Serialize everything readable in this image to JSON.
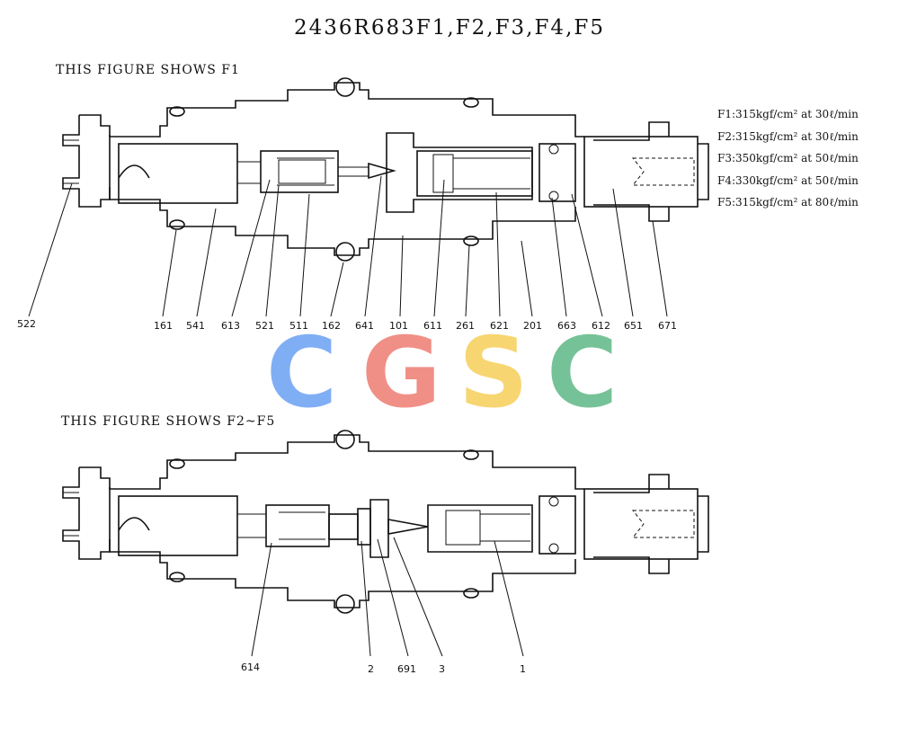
{
  "title": "2436R683F1,F2,F3,F4,F5",
  "captions": {
    "top": "THIS FIGURE SHOWS F1",
    "bottom": "THIS FIGURE SHOWS F2~F5"
  },
  "specs": [
    "F1:315kgf/cm² at 30ℓ/min",
    "F2:315kgf/cm² at 30ℓ/min",
    "F3:350kgf/cm² at 50ℓ/min",
    "F4:330kgf/cm² at 50ℓ/min",
    "F5:315kgf/cm² at 80ℓ/min"
  ],
  "watermark": {
    "letters": [
      "C",
      "G",
      "S",
      "C"
    ],
    "colors": [
      "#7aaaf5",
      "#f08a80",
      "#f7d36a",
      "#6fbf93"
    ]
  },
  "labels_top": [
    "522",
    "161",
    "541",
    "613",
    "521",
    "511",
    "162",
    "641",
    "101",
    "611",
    "261",
    "621",
    "201",
    "663",
    "612",
    "651",
    "671"
  ],
  "labels_bottom": [
    "614",
    "2",
    "691",
    "3",
    "1"
  ]
}
